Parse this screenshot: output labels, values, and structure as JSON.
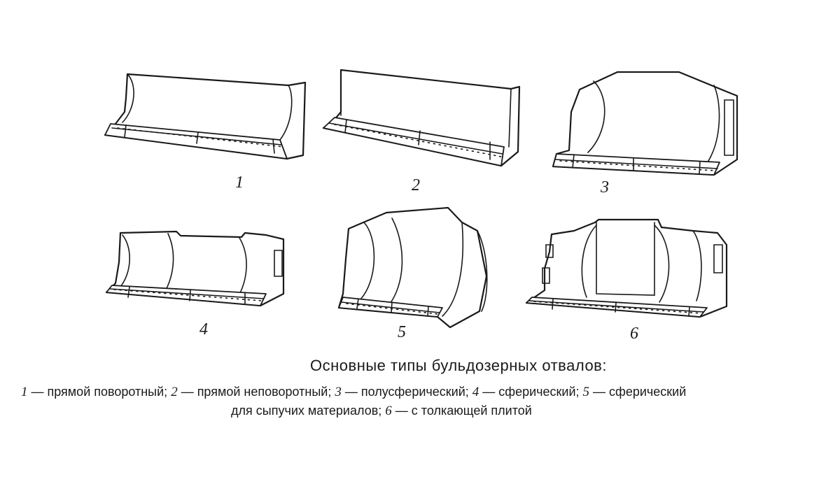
{
  "figure": {
    "blade_numbers": [
      "1",
      "2",
      "3",
      "4",
      "5",
      "6"
    ]
  },
  "caption": {
    "title": "Основные типы бульдозерных отвалов:",
    "items": [
      {
        "num": "1",
        "text": " — прямой поворотный; "
      },
      {
        "num": "2",
        "text": " — прямой неповоротный; "
      },
      {
        "num": "3",
        "text": " — полусферический; "
      },
      {
        "num": "4",
        "text": " — сферический; "
      },
      {
        "num": "5",
        "text": " — сферический"
      },
      {
        "cont": "для сыпучих материалов; "
      },
      {
        "num": "6",
        "text": " — с толкающей плитой"
      }
    ]
  }
}
